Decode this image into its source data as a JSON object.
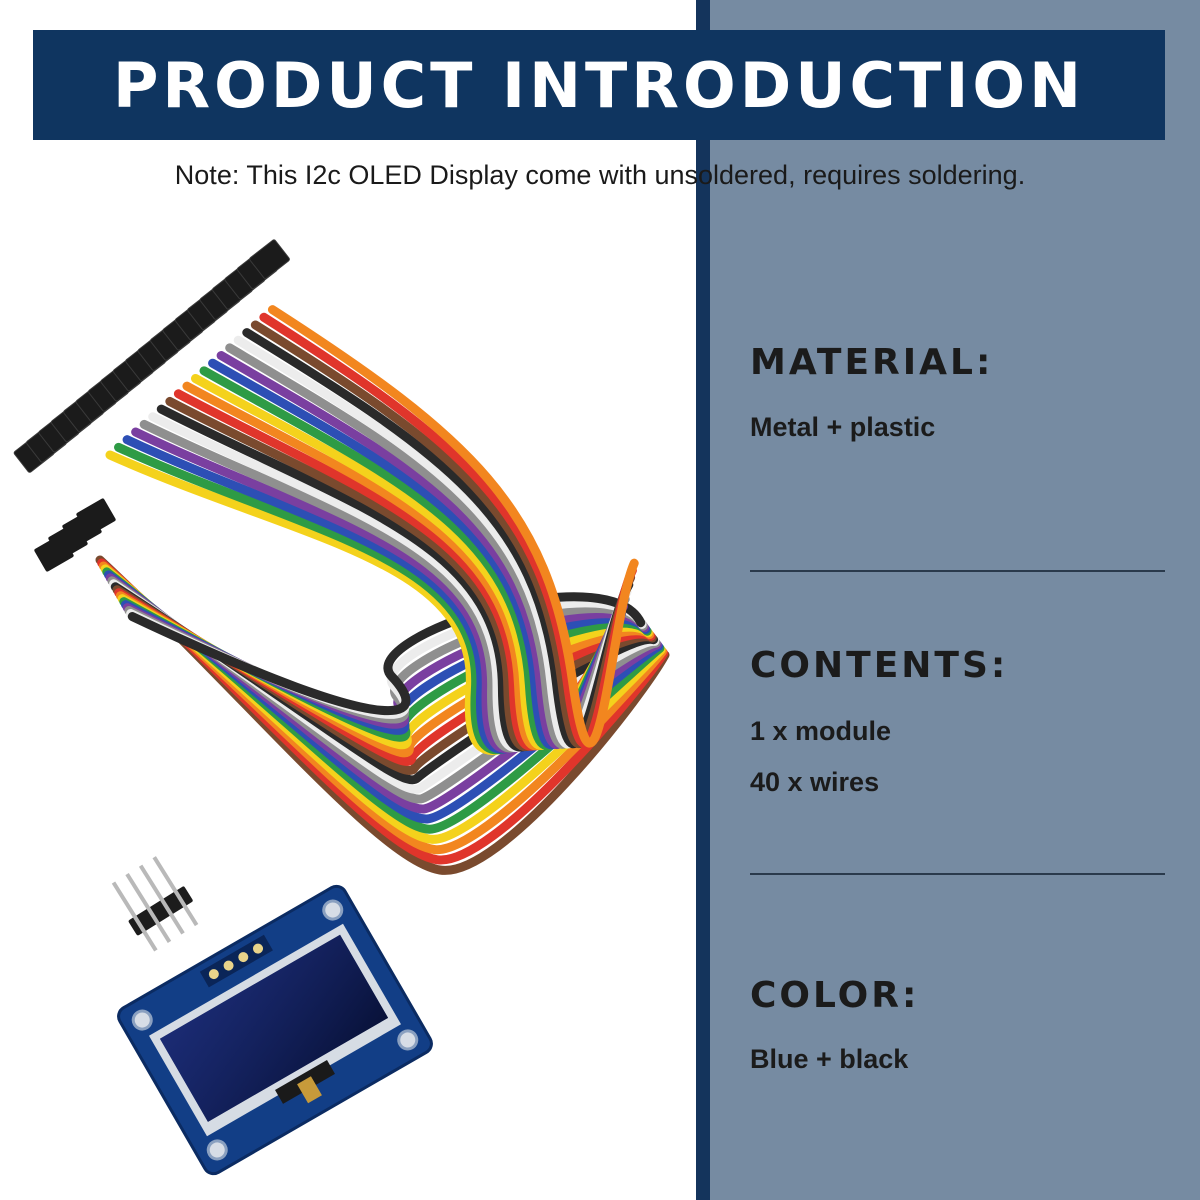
{
  "banner": {
    "title": "PRODUCT INTRODUCTION"
  },
  "note": "Note: This I2c OLED Display come with unsoldered, requires soldering.",
  "specs": {
    "material": {
      "heading": "MATERIAL:",
      "value": "Metal + plastic"
    },
    "contents": {
      "heading": "CONTENTS:",
      "items": [
        "1 x module",
        "40 x wires"
      ]
    },
    "color": {
      "heading": "COLOR:",
      "value": "Blue + black"
    }
  },
  "colors": {
    "banner_bg": "#0f3560",
    "panel_bg": "#768ba2",
    "panel_stripe": "#14345c",
    "wire_colors": [
      "#7a4a2e",
      "#e0352b",
      "#f2861f",
      "#f4d21c",
      "#2e9b45",
      "#2d4fb5",
      "#7a3fa0",
      "#8f8f8f",
      "#ececec",
      "#2a2a2a"
    ]
  },
  "images": {
    "ribbon_cable": "dupont-jumper-wires-photo",
    "oled_module": "oled-display-module-photo",
    "header_pins": "male-header-pins-photo"
  }
}
